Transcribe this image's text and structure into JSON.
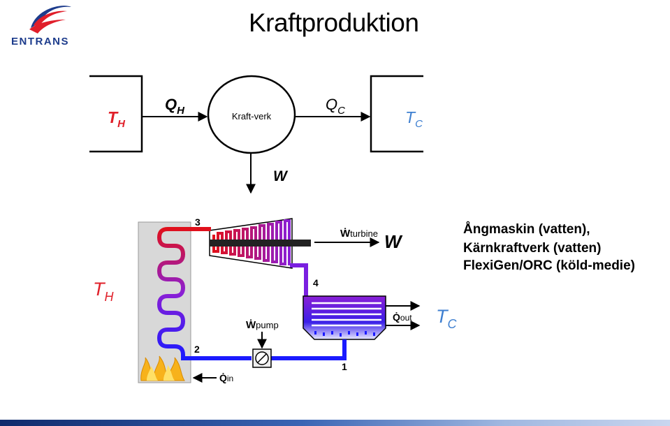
{
  "header": {
    "logo_text": "ENTRANS",
    "title": "Kraftproduktion"
  },
  "top_diagram": {
    "hot_reservoir": {
      "base": "T",
      "sub": "H"
    },
    "heat_in": {
      "base": "Q",
      "sub": "H"
    },
    "engine_label": "Kraft-verk",
    "heat_out": {
      "base": "Q",
      "sub": "C"
    },
    "cold_reservoir": {
      "base": "T",
      "sub": "C"
    },
    "work": "W"
  },
  "cycle_diagram": {
    "hot_label": {
      "base": "T",
      "sub": "H"
    },
    "cold_label": {
      "base": "T",
      "sub": "C"
    },
    "work_label": "W",
    "state_points": [
      "3",
      "4",
      "2",
      "1"
    ],
    "turbine_work": {
      "symbol": "Ẇ",
      "sub": "turbine"
    },
    "pump_work": {
      "symbol": "Ẇ",
      "sub": "pump"
    },
    "heat_in": {
      "symbol": "Q̇",
      "sub": "in"
    },
    "heat_out": {
      "symbol": "Q̇",
      "sub": "out"
    }
  },
  "applications": [
    "Ångmaskin (vatten),",
    "Kärnkraftverk (vatten)",
    "FlexiGen/ORC (köld-medie)"
  ],
  "colors": {
    "hot": "#e0101c",
    "mid": "#8a1fd6",
    "cold": "#1a1aff",
    "cold_label": "#3e7fd0",
    "hot_label": "#e0202a",
    "boiler_panel": "#d8d8d8"
  }
}
